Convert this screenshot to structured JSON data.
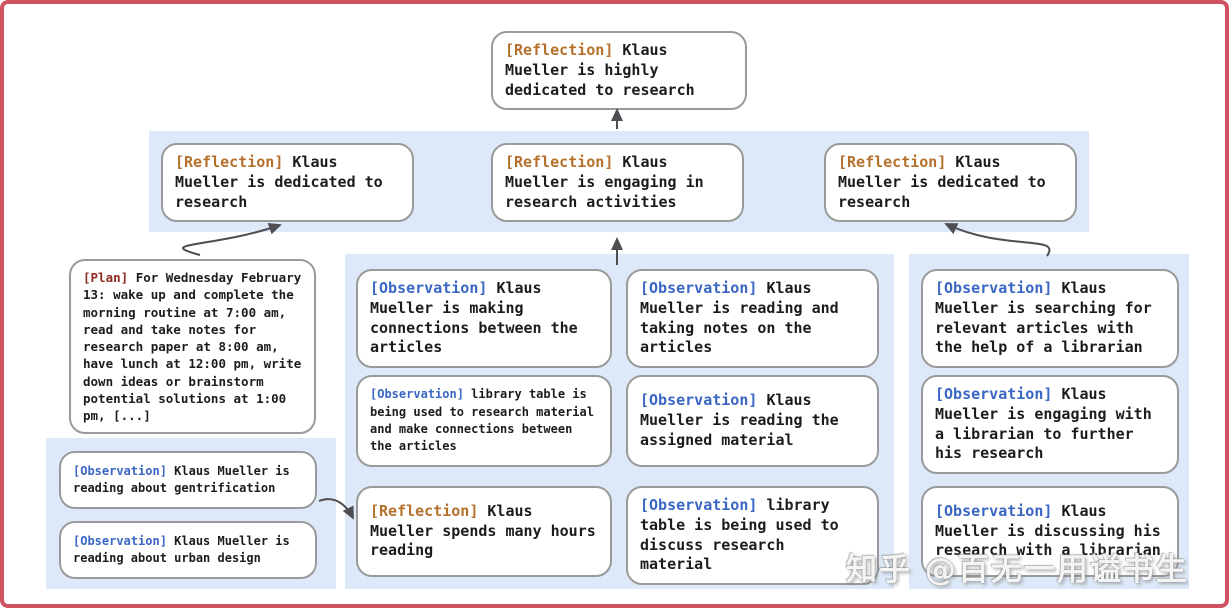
{
  "colors": {
    "frame_border": "#d05260",
    "band_background": "#dde9f8",
    "node_border": "#9a9a9a",
    "body_text": "#1c1c1c",
    "reflection_tag": "#b5712c",
    "observation_tag": "#3a66c4",
    "plan_tag": "#8e2a23",
    "arrow": "#4d4d52"
  },
  "diagram": {
    "top_node": {
      "tag": "[Reflection]",
      "text": "Klaus Mueller is highly dedicated to research"
    },
    "reflection_row": [
      {
        "tag": "[Reflection]",
        "text": "Klaus Mueller is dedicated to research"
      },
      {
        "tag": "[Reflection]",
        "text": "Klaus Mueller is engaging in research activities"
      },
      {
        "tag": "[Reflection]",
        "text": "Klaus Mueller is dedicated to research"
      }
    ],
    "plan_node": {
      "tag": "[Plan]",
      "text": "For Wednesday February 13: wake up and complete the morning routine at 7:00 am, read and take notes for research paper at 8:00 am, have lunch at 12:00 pm, write down ideas or brainstorm potential solutions at 1:00 pm, [...]"
    },
    "left_observations": [
      {
        "tag": "[Observation]",
        "text": "Klaus Mueller is reading about gentrification"
      },
      {
        "tag": "[Observation]",
        "text": "Klaus Mueller is reading about urban design"
      }
    ],
    "middle_left_column": [
      {
        "tag": "[Observation]",
        "text": "Klaus Mueller is making connections between the articles"
      },
      {
        "tag": "[Observation]",
        "text": "library table is being used to research material and make connections between the articles"
      },
      {
        "tag": "[Reflection]",
        "text": "Klaus Mueller spends many hours reading"
      }
    ],
    "middle_right_column": [
      {
        "tag": "[Observation]",
        "text": "Klaus Mueller is reading and taking notes on the articles"
      },
      {
        "tag": "[Observation]",
        "text": "Klaus Mueller is reading the assigned material"
      },
      {
        "tag": "[Observation]",
        "text": "library table is being used to discuss research material"
      }
    ],
    "right_column": [
      {
        "tag": "[Observation]",
        "text": "Klaus Mueller is searching for relevant articles with the help of a librarian"
      },
      {
        "tag": "[Observation]",
        "text": "Klaus Mueller is engaging with a librarian to further his research"
      },
      {
        "tag": "[Observation]",
        "text": "Klaus Mueller is discussing his research with a librarian"
      }
    ]
  },
  "watermark": "知乎 @百无一用谥书生"
}
